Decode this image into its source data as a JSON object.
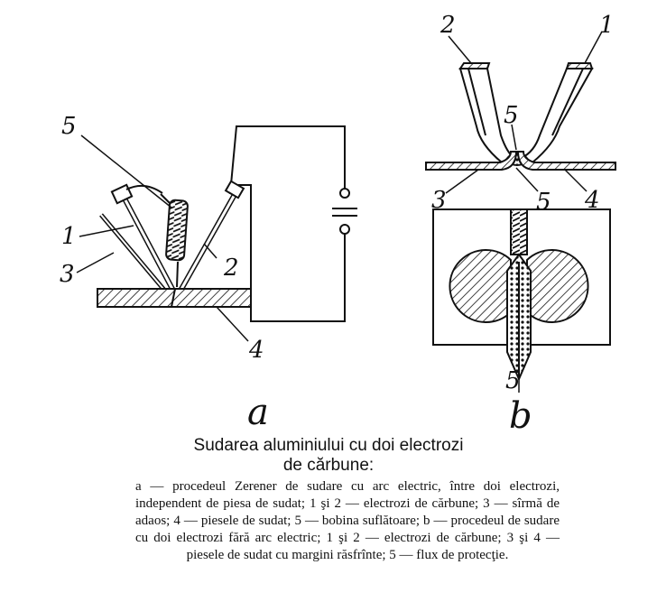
{
  "figure": {
    "a": {
      "sublabel": "a",
      "labels": {
        "l1": "1",
        "l2": "2",
        "l3": "3",
        "l4": "4",
        "l5": "5"
      }
    },
    "b": {
      "sublabel": "b",
      "labels": {
        "l1": "1",
        "l2": "2",
        "l3": "3",
        "l4": "4",
        "l5a": "5",
        "l5b": "5",
        "l5c": "5"
      }
    }
  },
  "caption": {
    "title_line1": "Sudarea aluminiului cu doi electrozi",
    "title_line2": "de cărbune:",
    "body": "a — procedeul Zerener de sudare cu arc electric, între doi electrozi, independent de piesa de sudat; 1 şi 2 — electrozi de cărbune; 3 — sîrmă de adaos; 4 — piesele de sudat; 5 — bobina suflătoare; b — procedeul de sudare cu doi electrozi fără arc electric; 1 şi 2 — electrozi de cărbune; 3 şi 4 — piesele de sudat cu margini răsfrînte; 5 — flux de protecţie."
  }
}
